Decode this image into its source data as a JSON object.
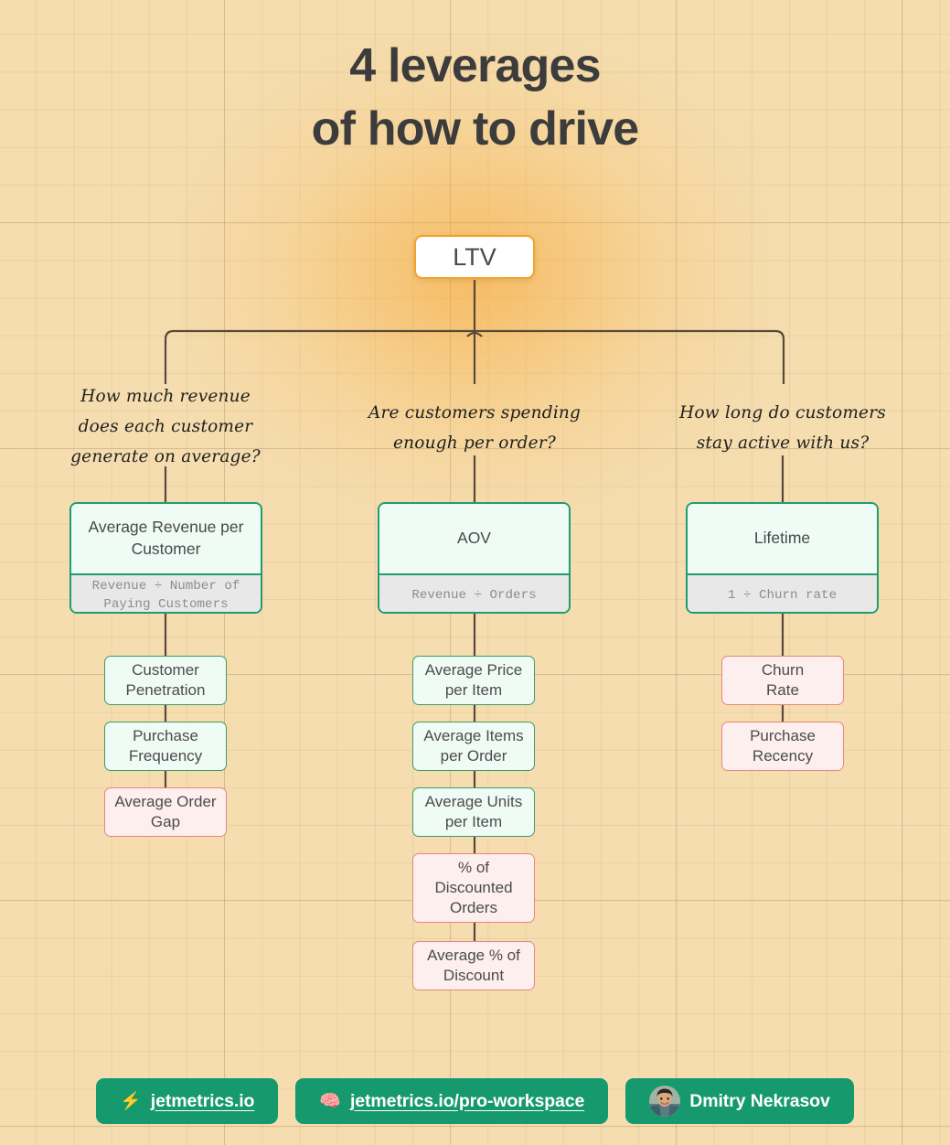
{
  "theme": {
    "background": "#f5ddb0",
    "grid_line": "#8a6c42",
    "glow": "#f6a42c",
    "title_color": "#3c3c3c",
    "wire_color": "#58493a",
    "root_border": "#f0a32c",
    "green_border": "#1f9d6d",
    "green_fill": "#effcf6",
    "formula_fill": "#e8e8e8",
    "formula_text": "#8d8d8d",
    "leaf_green_border": "#3f9c63",
    "leaf_green_fill": "#effbf5",
    "leaf_red_border": "#e8857e",
    "leaf_red_fill": "#fcefee",
    "badge_bg": "#17996e"
  },
  "title": "4 leverages\nof how to drive",
  "root": {
    "label": "LTV"
  },
  "columns": [
    {
      "id": "revenue-per-customer",
      "question": "How much revenue\ndoes each customer\ngenerate on average?",
      "metric": {
        "title": "Average Revenue per\nCustomer",
        "formula": "Revenue ÷ Number of\nPaying Customers"
      },
      "leaves": [
        {
          "label": "Customer\nPenetration",
          "tone": "green"
        },
        {
          "label": "Purchase\nFrequency",
          "tone": "green"
        },
        {
          "label": "Average Order\nGap",
          "tone": "red"
        }
      ]
    },
    {
      "id": "aov",
      "question": "Are customers spending\nenough per order?",
      "metric": {
        "title": "AOV",
        "formula": "Revenue ÷ Orders"
      },
      "leaves": [
        {
          "label": "Average Price\nper Item",
          "tone": "green"
        },
        {
          "label": "Average Items\nper Order",
          "tone": "green"
        },
        {
          "label": "Average Units\nper Item",
          "tone": "green"
        },
        {
          "label": "% of\nDiscounted\nOrders",
          "tone": "red"
        },
        {
          "label": "Average % of\nDiscount",
          "tone": "red"
        }
      ]
    },
    {
      "id": "lifetime",
      "question": "How long do customers\nstay active with us?",
      "metric": {
        "title": "Lifetime",
        "formula": "1 ÷ Churn rate"
      },
      "leaves": [
        {
          "label": "Churn\nRate",
          "tone": "red"
        },
        {
          "label": "Purchase\nRecency",
          "tone": "red"
        }
      ]
    }
  ],
  "footer": {
    "badges": [
      {
        "icon": "lightning-bolt-icon",
        "emoji": "⚡",
        "text": "jetmetrics.io",
        "underline": true
      },
      {
        "icon": "brain-icon",
        "emoji": "🧠",
        "text": "jetmetrics.io/pro-workspace",
        "underline": true
      },
      {
        "icon": "avatar-photo",
        "emoji": "",
        "text": "Dmitry Nekrasov",
        "underline": false
      }
    ]
  }
}
